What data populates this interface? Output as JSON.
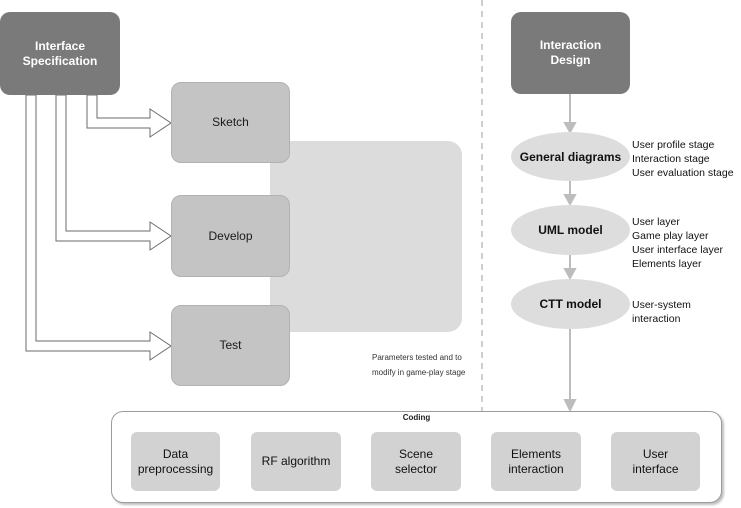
{
  "left_section": {
    "spec_box": "Interface\nSpecification",
    "steps": [
      "Sketch",
      "Develop",
      "Test"
    ],
    "note_lines": [
      "Parameters tested and to",
      "modify in game-play stage"
    ]
  },
  "right_section": {
    "design_box": "Interaction\nDesign",
    "models": [
      {
        "name": "General diagrams",
        "details": [
          "User profile stage",
          "Interaction stage",
          "User evaluation stage"
        ]
      },
      {
        "name": "UML model",
        "details": [
          "User layer",
          "Game play layer",
          "User interface layer",
          "Elements layer"
        ]
      },
      {
        "name": "CTT model",
        "details": [
          "User-system",
          "interaction"
        ]
      }
    ]
  },
  "coding": {
    "title": "Coding",
    "stages": [
      "Data\npreprocessing",
      "RF algorithm",
      "Scene\nselector",
      "Elements\ninteraction",
      "User\ninterface"
    ]
  },
  "colors": {
    "dark_box": "#7a7a7a",
    "step_box": "#c4c4c4",
    "panel": "#dcdcdc",
    "ellipse": "#dddddd",
    "stage_box": "#d2d2d2",
    "connector": "#bdbdbd",
    "divider": "#bdbdbd"
  }
}
